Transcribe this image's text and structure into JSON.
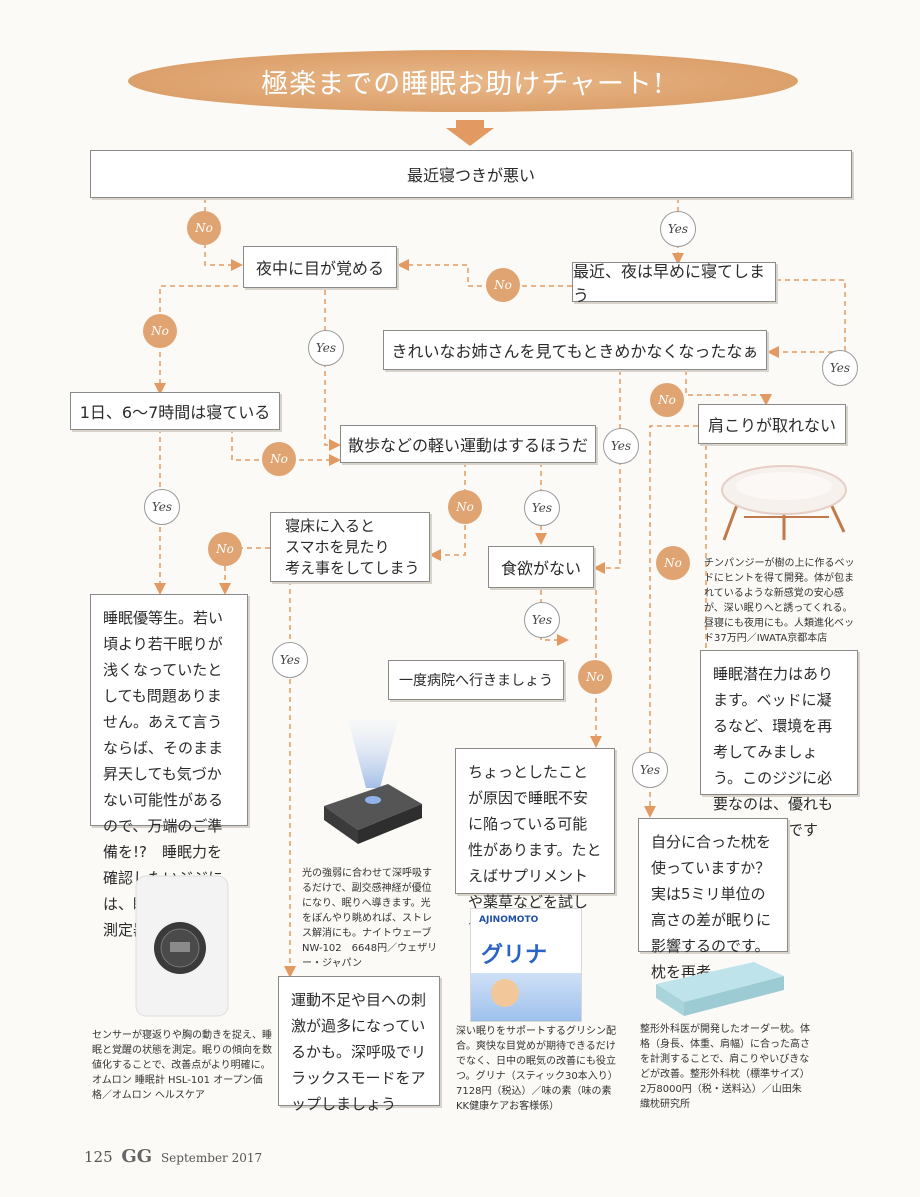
{
  "title": "極楽までの睡眠お助けチャート!",
  "nodes": {
    "q1": "最近寝つきが悪い",
    "q2": "夜中に目が覚める",
    "q3": "最近、夜は早めに寝てしまう",
    "q4": "きれいなお姉さんを見てもときめかなくなったなぁ",
    "q5": "1日、6～7時間は寝ている",
    "q6": "散歩などの軽い運動はするほうだ",
    "q7": "肩こりが取れない",
    "q8": "寝床に入ると\nスマホを見たり\n考え事をしてしまう",
    "q9": "食欲がない",
    "hospital": "一度病院へ行きましょう",
    "r1": "睡眠優等生。若い頃より若干眠りが浅くなっていたとしても問題ありません。あえて言うならば、そのまま昇天しても気づかない可能性があるので、万端のご準備を!?　睡眠力を確認したいジジには、睡眠力を計る測定器など",
    "r2": "運動不足や目への刺激が過多になっているかも。深呼吸でリラックスモードをアップしましょう",
    "r3": "ちょっとしたことが原因で睡眠不安に陥っている可能性があります。たとえばサプリメントや薬草などを試してみては",
    "r4": "睡眠潜在力はあります。ベッドに凝るなど、環境を再考してみましょう。このジジに必要なのは、優れもの安眠ギアです",
    "r5": "自分に合った枕を使っていますか？実は5ミリ単位の高さの差が眠りに影響するのです。枕を再考"
  },
  "badges": {
    "no": "No",
    "yes": "Yes"
  },
  "captions": {
    "bed": "チンパンジーが樹の上に作るベッドにヒントを得て開発。体が包まれているような新感覚の安心感が、深い眠りへと誘ってくれる。昼寝にも夜用にも。人類進化ベッド37万円／IWATA京都本店",
    "light": "光の強弱に合わせて深呼吸するだけで、副交感神経が優位になり、眠りへ導きます。光をぼんやり眺めれば、ストレス解消にも。ナイトウェーブ NW-102　6648円／ウェザリー・ジャパン",
    "sensor": "センサーが寝返りや胸の動きを捉え、睡眠と覚醒の状態を測定。眠りの傾向を数値化することで、改善点がより明確に。オムロン 睡眠計 HSL-101 オープン価格／オムロン ヘルスケア",
    "glycine": "深い眠りをサポートするグリシン配合。爽快な目覚めが期待できるだけでなく、日中の眠気の改善にも役立つ。グリナ（スティック30本入り）7128円（税込）／味の素（味の素KK健康ケアお客様係）",
    "pillow": "整形外科医が開発したオーダー枕。体格（身長、体重、肩幅）に合った高さを計測することで、肩こりやいびきなどが改善。整形外科枕（標準サイズ）2万8000円（税・送料込）／山田朱織枕研究所"
  },
  "products": {
    "glycine_label": "グリナ",
    "glycine_brand": "AJINOMOTO"
  },
  "footer": {
    "page": "125",
    "logo": "GG",
    "date": "September 2017"
  },
  "colors": {
    "accent": "#e0a472",
    "arrow": "#e39a62"
  }
}
